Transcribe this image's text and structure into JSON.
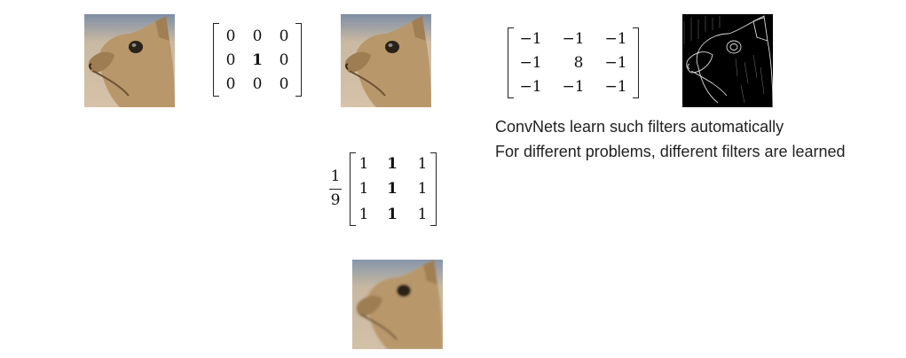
{
  "identity_kernel": {
    "rows": [
      [
        "0",
        "0",
        "0"
      ],
      [
        "0",
        "1",
        "0"
      ],
      [
        "0",
        "0",
        "0"
      ]
    ],
    "bold_center": true
  },
  "box_blur_kernel": {
    "numerator": "1",
    "denominator": "9",
    "rows": [
      [
        "1",
        "1",
        "1"
      ],
      [
        "1",
        "1",
        "1"
      ],
      [
        "1",
        "1",
        "1"
      ]
    ],
    "bold_column": 1
  },
  "edge_kernel": {
    "rows": [
      [
        "−1",
        "−1",
        "−1"
      ],
      [
        "−1",
        "8",
        "−1"
      ],
      [
        "−1",
        "−1",
        "−1"
      ]
    ]
  },
  "captions": {
    "line1": "ConvNets learn such filters automatically",
    "line2": "For different problems, different filters are learned"
  },
  "colors": {
    "fur": "#b8976a",
    "fur_dark": "#8e6d45",
    "sky": "#8e9cb0",
    "ground": "#c7b79c",
    "edge_bg": "#000000",
    "edge_line": "#e6e6e6"
  }
}
